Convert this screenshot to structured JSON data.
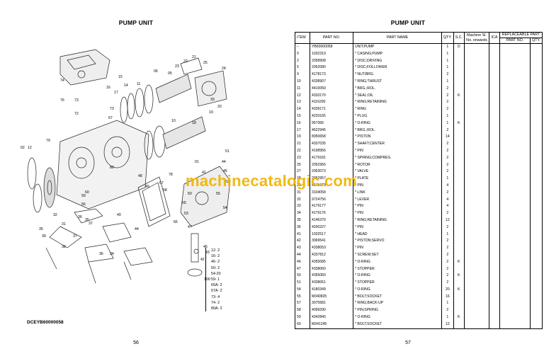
{
  "left": {
    "title": "PUMP UNIT",
    "caption": "DCEYB60000058",
    "page_number": "56",
    "diagram_callouts": [
      "15",
      "14",
      "16",
      "17",
      "06",
      "11",
      "23",
      "22",
      "21",
      "25",
      "24",
      "05",
      "33",
      "20",
      "19",
      "18",
      "74",
      "73",
      "73",
      "72",
      "76",
      "67",
      "80",
      "10",
      "02",
      "12",
      "79",
      "78",
      "01",
      "41",
      "44",
      "45",
      "51",
      "53",
      "52",
      "50",
      "55",
      "54",
      "48",
      "49",
      "57",
      "58",
      "66",
      "65",
      "60",
      "59",
      "56",
      "35",
      "32",
      "36",
      "31",
      "37",
      "35",
      "39",
      "38",
      "37",
      "36",
      "34",
      "40",
      "44",
      "47",
      "46",
      "43",
      "42"
    ],
    "quantity_list": [
      "12- 2",
      "16- 2",
      "46- 2",
      "50- 2",
      "54-20",
      "59- 1",
      "65A- 2",
      "67A- 2",
      "73- 4",
      "74- 2",
      "80A- 2"
    ],
    "quantity_total": "100"
  },
  "right": {
    "title": "PUMP UNIT",
    "page_number": "57",
    "headers": {
      "item": "ITEM",
      "part_no": "PART NO.",
      "part_name": "PART NAME",
      "qty": "QTY.",
      "sc": "S.C.",
      "machine_sl": "Machine Sl. No. onwards",
      "ica": "ICA",
      "replaceable": "REPLACEABLE PART",
      "rep_part_no": "PART NO.",
      "rep_qty": "QTY."
    },
    "rows": [
      {
        "item": "–",
        "part_no": "YB60000058",
        "name": "UNIT;PUMP",
        "qty": "1",
        "sc": "D"
      },
      {
        "item": "0",
        "part_no": "1032319",
        "name": "* CASING;PUMP",
        "qty": "1",
        "sc": ""
      },
      {
        "item": "2",
        "part_no": "2058908",
        "name": "* DISC;DRIVING",
        "qty": "1",
        "sc": ""
      },
      {
        "item": "5",
        "part_no": "2052080",
        "name": "* DISC;FOLLOWER",
        "qty": "1",
        "sc": ""
      },
      {
        "item": "9",
        "part_no": "4178173",
        "name": "* NUT;BRG.",
        "qty": "2",
        "sc": ""
      },
      {
        "item": "10",
        "part_no": "4338907",
        "name": "* RING;THRUST",
        "qty": "1",
        "sc": ""
      },
      {
        "item": "11",
        "part_no": "4410050",
        "name": "* BRG.;ROL.",
        "qty": "2",
        "sc": ""
      },
      {
        "item": "12",
        "part_no": "4333170",
        "name": "* SEAL;OIL",
        "qty": "2",
        "sc": "K"
      },
      {
        "item": "13",
        "part_no": "4116290",
        "name": "* RING;RETAINING",
        "qty": "2",
        "sc": ""
      },
      {
        "item": "14",
        "part_no": "4339171",
        "name": "* RING",
        "qty": "2",
        "sc": ""
      },
      {
        "item": "15",
        "part_no": "4233165",
        "name": "* PLUG",
        "qty": "1",
        "sc": ""
      },
      {
        "item": "16",
        "part_no": "957366",
        "name": "* O-RING",
        "qty": "1",
        "sc": "K"
      },
      {
        "item": "17",
        "part_no": "4622945",
        "name": "* BRG.;ROL.",
        "qty": "2",
        "sc": ""
      },
      {
        "item": "19",
        "part_no": "8050658",
        "name": "* PISTON",
        "qty": "14",
        "sc": ""
      },
      {
        "item": "21",
        "part_no": "4337035",
        "name": "* SHAFT;CENTER",
        "qty": "2",
        "sc": ""
      },
      {
        "item": "22",
        "part_no": "4198956",
        "name": "* PIN",
        "qty": "2",
        "sc": ""
      },
      {
        "item": "23",
        "part_no": "4179181",
        "name": "* SPRING;COMPRES.",
        "qty": "2",
        "sc": ""
      },
      {
        "item": "25",
        "part_no": "2052956",
        "name": "* ROTOR",
        "qty": "2",
        "sc": ""
      },
      {
        "item": "27",
        "part_no": "2053073",
        "name": "* VALVE",
        "qty": "2",
        "sc": ""
      },
      {
        "item": "28",
        "part_no": "2052957",
        "name": "* PLATE",
        "qty": "1",
        "sc": ""
      },
      {
        "item": "29",
        "part_no": "4179179",
        "name": "* PIN",
        "qty": "4",
        "sc": ""
      },
      {
        "item": "31",
        "part_no": "3104058",
        "name": "* LINK",
        "qty": "2",
        "sc": ""
      },
      {
        "item": "32",
        "part_no": "9724756",
        "name": "* LEVER",
        "qty": "4",
        "sc": ""
      },
      {
        "item": "33",
        "part_no": "4179177",
        "name": "* PIN",
        "qty": "4",
        "sc": ""
      },
      {
        "item": "34",
        "part_no": "4179176",
        "name": "* PIN",
        "qty": "2",
        "sc": ""
      },
      {
        "item": "35",
        "part_no": "4146370",
        "name": "* RING;RETAINING",
        "qty": "12",
        "sc": ""
      },
      {
        "item": "36",
        "part_no": "4200227",
        "name": "* PIN",
        "qty": "2",
        "sc": ""
      },
      {
        "item": "41",
        "part_no": "1032517",
        "name": "* HEAD",
        "qty": "1",
        "sc": ""
      },
      {
        "item": "42",
        "part_no": "3069541",
        "name": "* PISTON;SERVO",
        "qty": "2",
        "sc": ""
      },
      {
        "item": "43",
        "part_no": "4338053",
        "name": "* PIN",
        "qty": "2",
        "sc": ""
      },
      {
        "item": "44",
        "part_no": "4337812",
        "name": "* SCREW;SET",
        "qty": "2",
        "sc": ""
      },
      {
        "item": "46",
        "part_no": "4355085",
        "name": "* O-RING",
        "qty": "2",
        "sc": "K"
      },
      {
        "item": "47",
        "part_no": "4338060",
        "name": "* STOPPER",
        "qty": "2",
        "sc": ""
      },
      {
        "item": "50",
        "part_no": "4355083",
        "name": "* O-RING",
        "qty": "2",
        "sc": "K"
      },
      {
        "item": "51",
        "part_no": "4338061",
        "name": "* STOPPER",
        "qty": "2",
        "sc": ""
      },
      {
        "item": "54",
        "part_no": "4180349",
        "name": "* O-RING",
        "qty": "20",
        "sc": "K"
      },
      {
        "item": "55",
        "part_no": "M340825",
        "name": "* BOLT;SOCKET",
        "qty": "16",
        "sc": ""
      },
      {
        "item": "57",
        "part_no": "3070581",
        "name": "* RING;BACK-UP",
        "qty": "1",
        "sc": ""
      },
      {
        "item": "58",
        "part_no": "4099290",
        "name": "* PIN;SPRING",
        "qty": "2",
        "sc": ""
      },
      {
        "item": "59",
        "part_no": "4342840",
        "name": "* O-RING",
        "qty": "1",
        "sc": "K"
      },
      {
        "item": "60",
        "part_no": "M341245",
        "name": "* BOLT;SOCKET",
        "qty": "12",
        "sc": ""
      }
    ]
  },
  "watermark": "machinecatalogic.com"
}
